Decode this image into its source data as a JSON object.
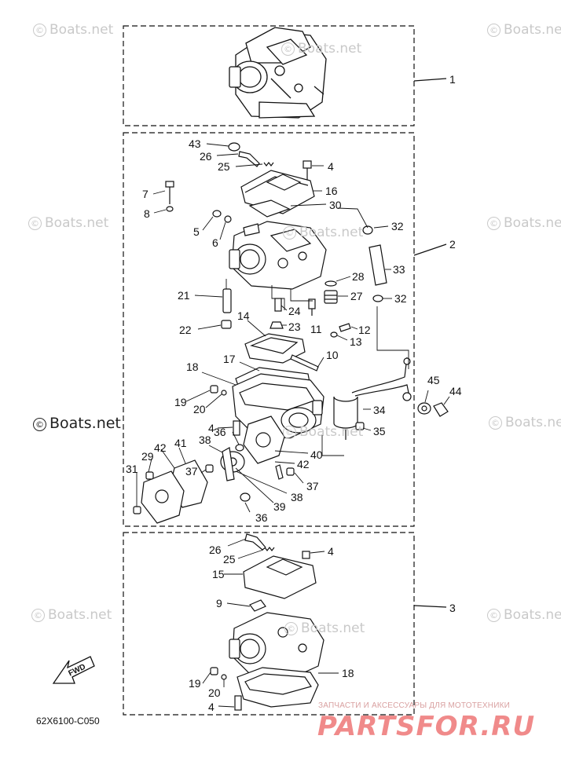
{
  "watermarks": [
    {
      "text": "Boats.net",
      "symbol": "©"
    }
  ],
  "callouts": {
    "c1": "1",
    "c2": "2",
    "c3": "3",
    "c4": "4",
    "c5": "5",
    "c6": "6",
    "c7": "7",
    "c8": "8",
    "c9": "9",
    "c10": "10",
    "c11": "11",
    "c12": "12",
    "c13": "13",
    "c14": "14",
    "c15": "15",
    "c16": "16",
    "c17": "17",
    "c18": "18",
    "c19": "19",
    "c20": "20",
    "c21": "21",
    "c22": "22",
    "c23": "23",
    "c24": "24",
    "c25": "25",
    "c26": "26",
    "c27": "27",
    "c28": "28",
    "c29": "29",
    "c30": "30",
    "c31": "31",
    "c32": "32",
    "c33": "33",
    "c34": "34",
    "c35": "35",
    "c36": "36",
    "c37": "37",
    "c38": "38",
    "c39": "39",
    "c40": "40",
    "c41": "41",
    "c42": "42",
    "c43": "43",
    "c44": "44",
    "c45": "45"
  },
  "fwd_label": "FWD",
  "diagram_code": "62X6100-C050",
  "brand_tagline": "ЗАПЧАСТИ И АКСЕССУАРЫ ДЛЯ МОТОТЕХНИКИ",
  "brand_name": "PARTSFOR.RU",
  "colors": {
    "line": "#111111",
    "watermark": "#c9c9c9",
    "brand": "#f08a8a"
  }
}
